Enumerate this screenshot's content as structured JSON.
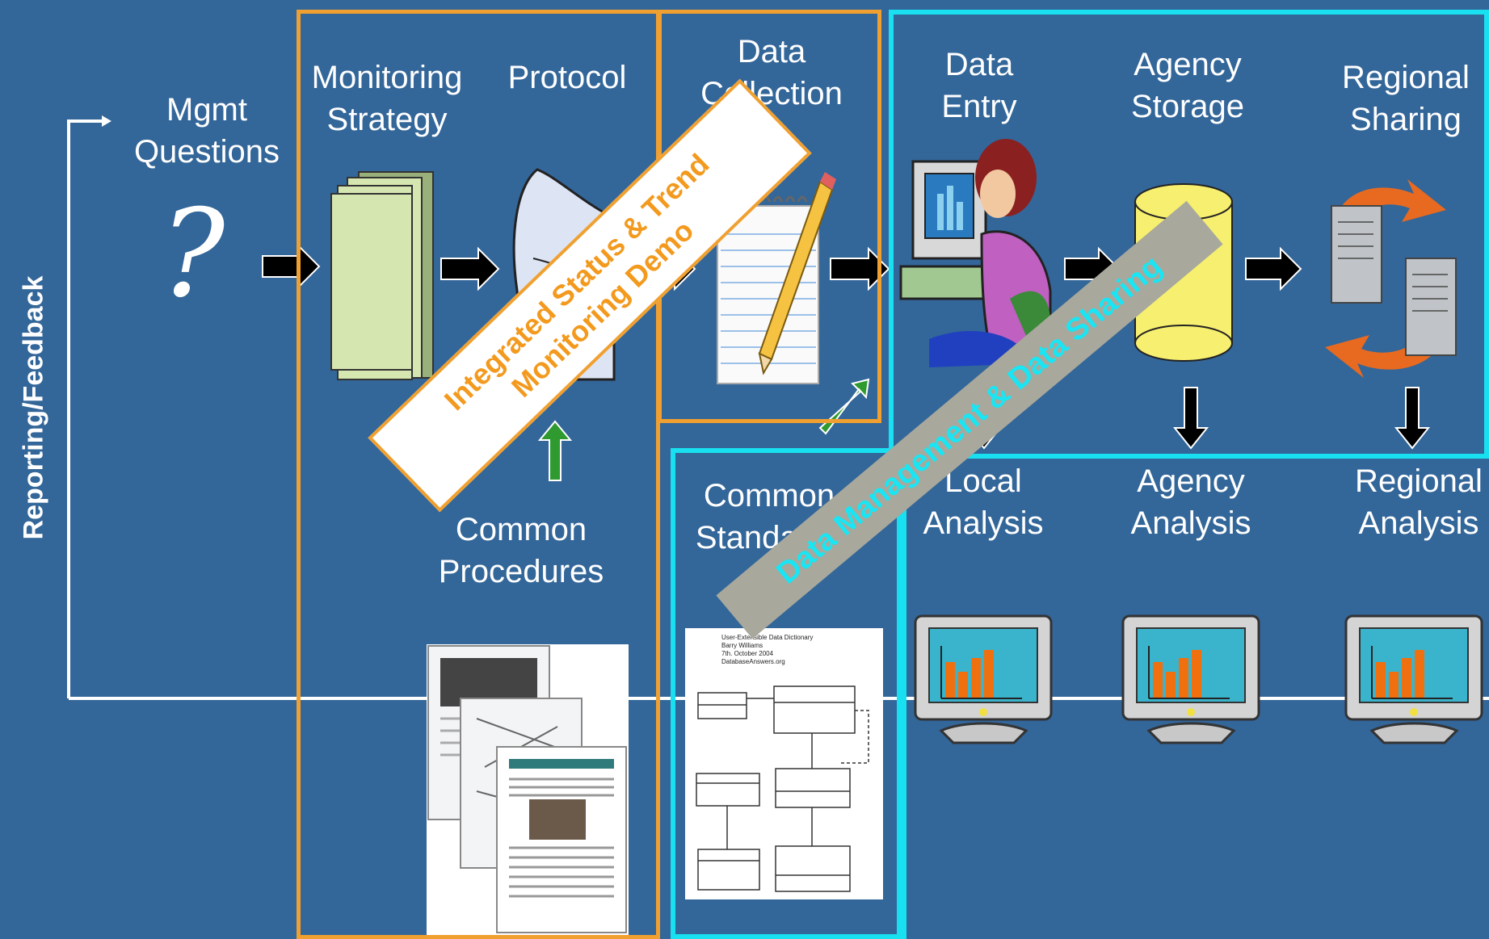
{
  "side_label": "Reporting/Feedback",
  "steps": {
    "mgmt_questions": "Mgmt\nQuestions",
    "question_mark": "?",
    "monitoring_strategy": "Monitoring\nStrategy",
    "protocol": "Protocol",
    "data_collection": "Data\nCollection",
    "data_entry": "Data\nEntry",
    "agency_storage": "Agency\nStorage",
    "regional_sharing": "Regional\nSharing"
  },
  "bottom": {
    "common_procedures": "Common\nProcedures",
    "common_standards": "Common\nStandards",
    "local_analysis": "Local\nAnalysis",
    "agency_analysis": "Agency\nAnalysis",
    "regional_analysis": "Regional\nAnalysis"
  },
  "banners": {
    "integrated": "Integrated Status & Trend\nMonitoring Demo",
    "data_management": "Data Management & Data Sharing"
  },
  "dictionary_doc": {
    "title": "User-Extensible Data Dictionary",
    "author": "Barry Williams",
    "date": "7th. October 2004",
    "site": "DatabaseAnswers.org"
  },
  "colors": {
    "background": "#336699",
    "orange_border": "#f0a030",
    "cyan_border": "#19e0f0",
    "banner_orange_text": "#f39a1e",
    "banner_cyan_text": "#19e6f4"
  }
}
